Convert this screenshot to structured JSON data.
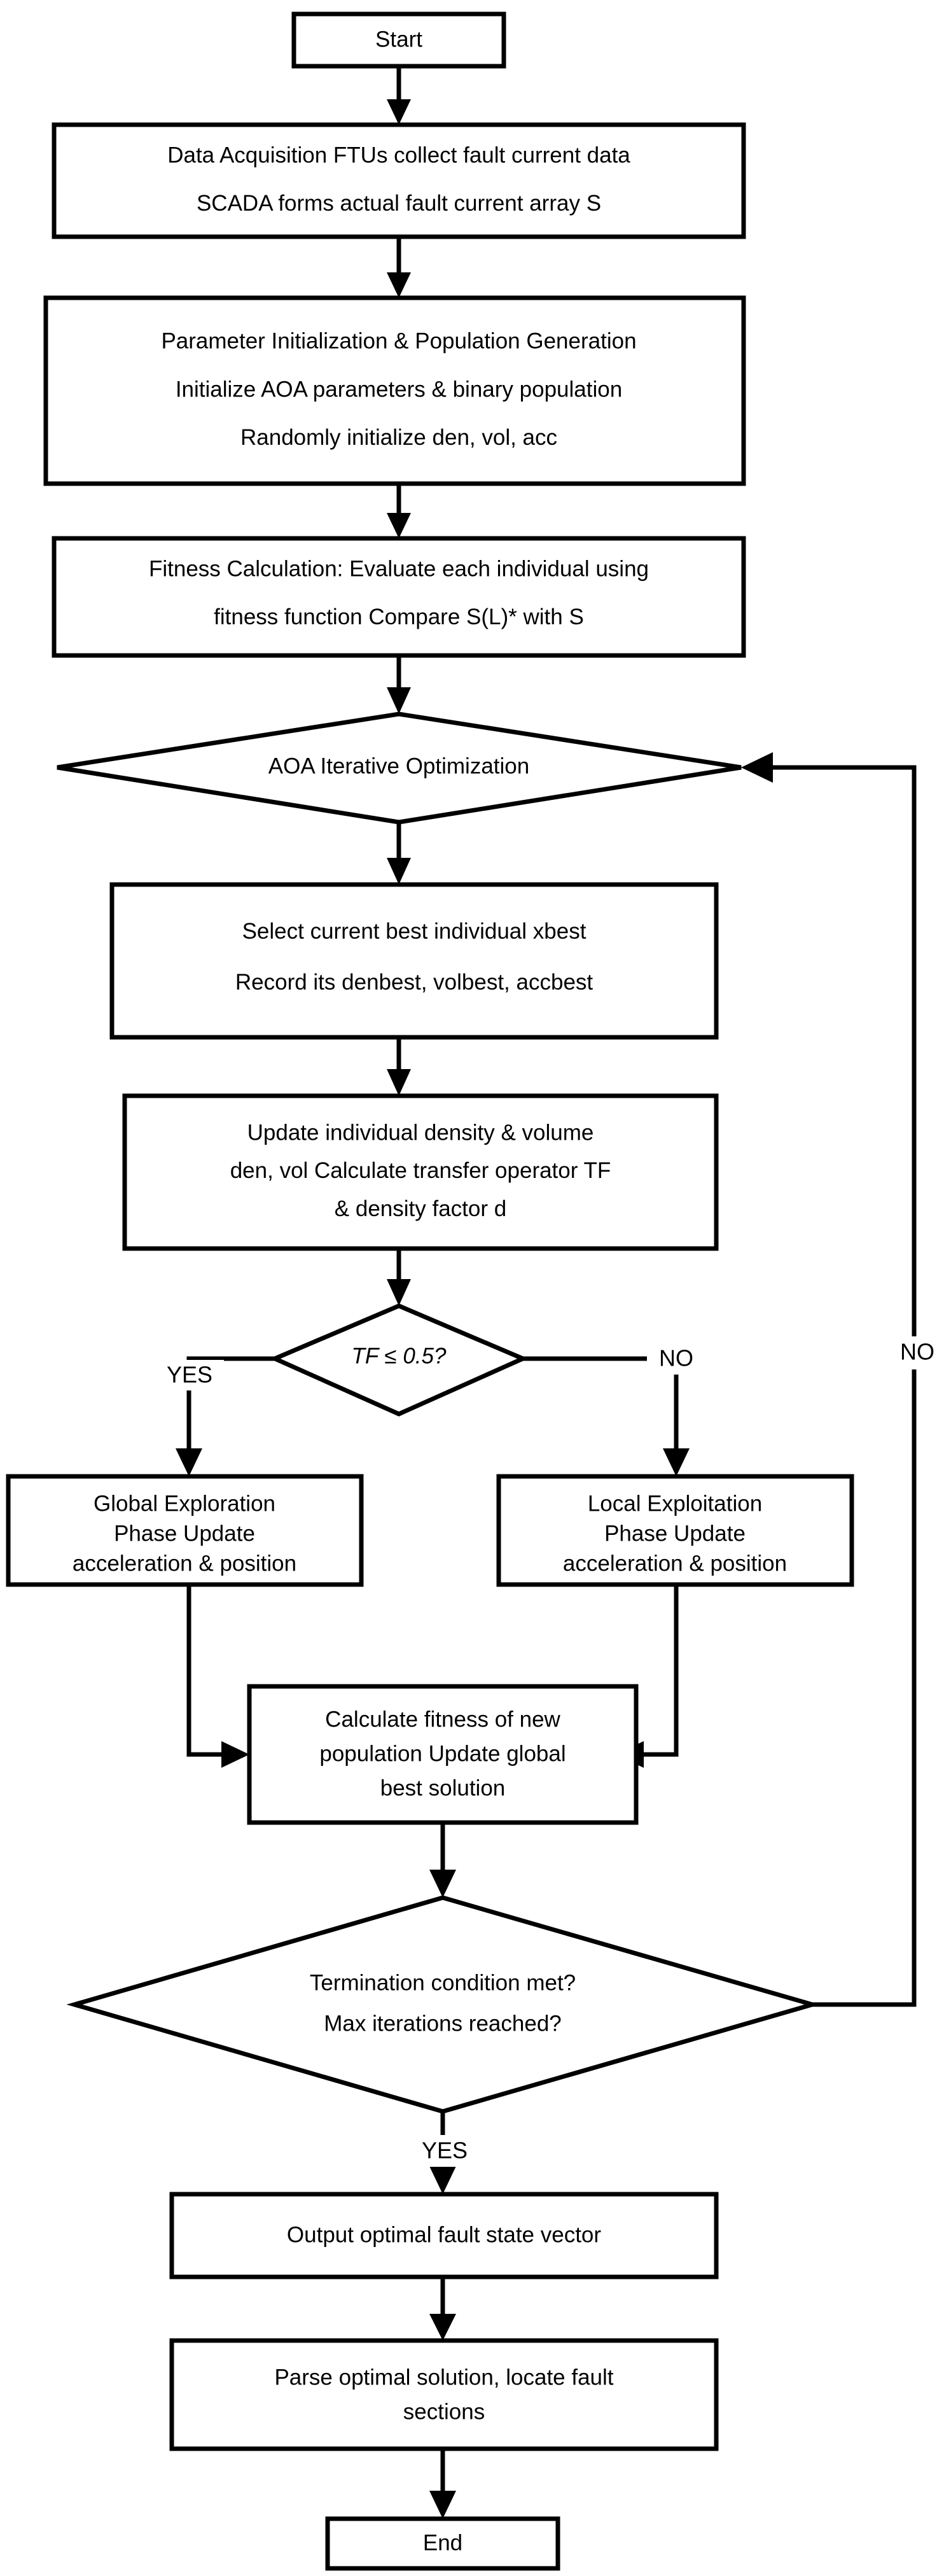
{
  "diagram": {
    "title": "AOA fault-section location flowchart",
    "stroke_color": "#000000",
    "fill_color": "#ffffff",
    "nodes": {
      "start": {
        "shape": "rectangle",
        "label": "Start"
      },
      "data_acquisition": {
        "shape": "rectangle",
        "line1": "Data Acquisition FTUs collect fault current data",
        "line2_a": "SCADA forms actual fault current array ",
        "line2_b": "S"
      },
      "param_init": {
        "shape": "rectangle",
        "line1": "Parameter Initialization & Population Generation",
        "line2": "Initialize AOA parameters & binary population",
        "line3_a": "Randomly initialize ",
        "line3_b": "den, vol, acc"
      },
      "fitness_calc": {
        "shape": "rectangle",
        "line1": "Fitness Calculation: Evaluate each individual using",
        "line2_a": "fitness function Compare ",
        "line2_b": "S(L)*",
        "line2_c": " with ",
        "line2_d": "S"
      },
      "aoa_loop": {
        "shape": "diamond",
        "label": "AOA Iterative Optimization"
      },
      "select_best": {
        "shape": "rectangle",
        "line1_a": "Select current best individual ",
        "line1_b": "x",
        "line1_sub": "best",
        "line2_a": "Record its ",
        "line2_b": "den",
        "line2_sub1": "best, ",
        "line2_c": "vol",
        "line2_sub2": "best, ",
        "line2_d": "acc",
        "line2_sub3": "best"
      },
      "update_density": {
        "shape": "rectangle",
        "line1": "Update individual density & volume",
        "line2_a": "den, vol Calculate transfer operator ",
        "line2_b": "TF",
        "line3_a": "& density factor ",
        "line3_b": "d"
      },
      "tf_decision": {
        "shape": "diamond",
        "label": "TF ≤ 0.5?"
      },
      "global_exploration": {
        "shape": "rectangle",
        "line1": "Global Exploration",
        "line2": "Phase Update",
        "line3": "acceleration & position"
      },
      "local_exploitation": {
        "shape": "rectangle",
        "line1": "Local Exploitation",
        "line2": "Phase Update",
        "line3": "acceleration & position"
      },
      "calc_new_fitness": {
        "shape": "rectangle",
        "line1": "Calculate fitness of new",
        "line2": "population Update global",
        "line3": "best solution"
      },
      "termination": {
        "shape": "diamond",
        "line1": "Termination condition met?",
        "line2": "Max iterations reached?"
      },
      "output_vector": {
        "shape": "rectangle",
        "label": "Output optimal fault state vector"
      },
      "parse_solution": {
        "shape": "rectangle",
        "line1": "Parse optimal solution, locate fault",
        "line2": "sections"
      },
      "end": {
        "shape": "rectangle",
        "label": "End"
      }
    },
    "edge_labels": {
      "tf_yes": "YES",
      "tf_no": "NO",
      "loop_no": "NO",
      "termination_yes": "YES"
    }
  }
}
